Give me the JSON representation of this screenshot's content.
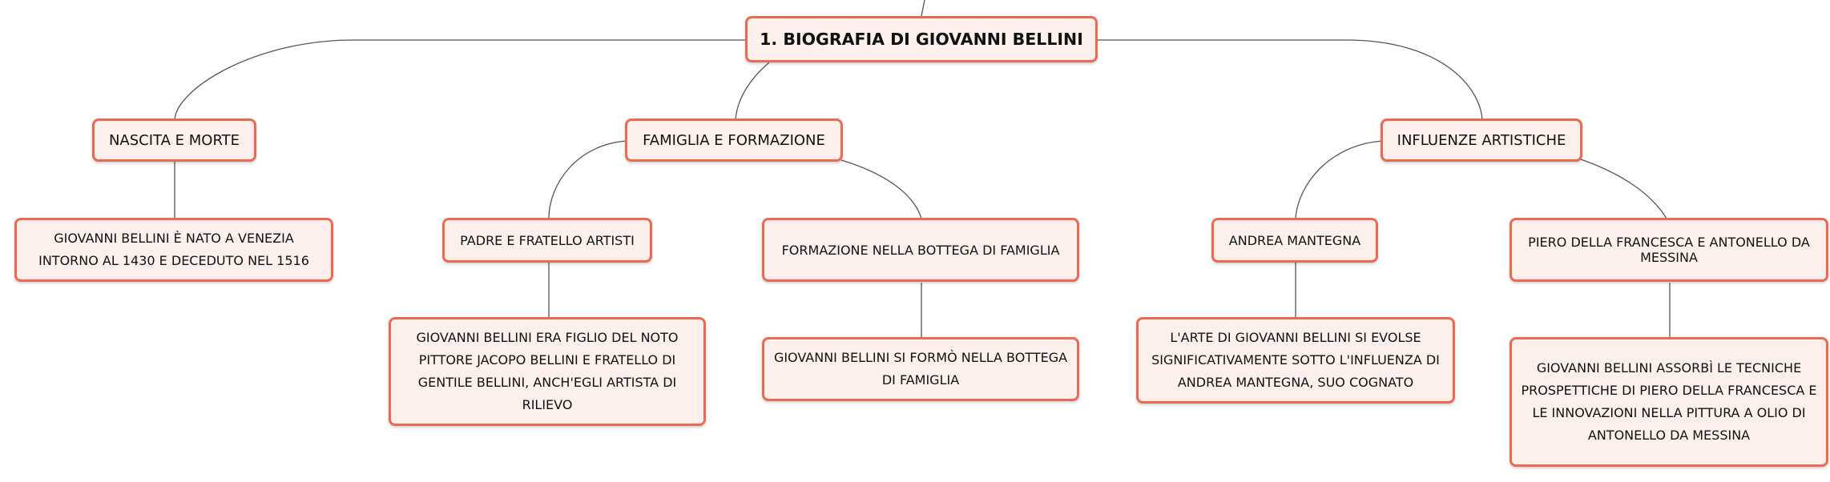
{
  "root": {
    "label": "1. BIOGRAFIA DI GIOVANNI BELLINI"
  },
  "branches": [
    {
      "label": "NASCITA E MORTE",
      "details": [
        "GIOVANNI BELLINI È NATO A VENEZIA INTORNO AL 1430 E DECEDUTO NEL 1516"
      ]
    },
    {
      "label": "FAMIGLIA E FORMAZIONE",
      "children": [
        {
          "label": "PADRE E FRATELLO ARTISTI",
          "detail": "GIOVANNI BELLINI ERA FIGLIO DEL NOTO PITTORE JACOPO BELLINI E FRATELLO DI GENTILE BELLINI, ANCH'EGLI ARTISTA DI RILIEVO"
        },
        {
          "label": "FORMAZIONE NELLA BOTTEGA DI FAMIGLIA",
          "detail": "GIOVANNI BELLINI SI FORMÒ NELLA BOTTEGA DI FAMIGLIA"
        }
      ]
    },
    {
      "label": "INFLUENZE ARTISTICHE",
      "children": [
        {
          "label": "ANDREA MANTEGNA",
          "detail": "L'ARTE DI GIOVANNI BELLINI SI EVOLSE SIGNIFICATIVAMENTE SOTTO L'INFLUENZA DI ANDREA MANTEGNA, SUO COGNATO"
        },
        {
          "label": "PIERO DELLA FRANCESCA E ANTONELLO DA MESSINA",
          "detail": "GIOVANNI BELLINI ASSORBÌ LE TECNICHE PROSPETTICHE DI PIERO DELLA FRANCESCA E LE INNOVAZIONI NELLA PITTURA A OLIO DI ANTONELLO DA MESSINA"
        }
      ]
    }
  ],
  "colors": {
    "border": "#ea6a52",
    "fill": "#fdf0ec",
    "line": "#555555",
    "text": "#111111"
  }
}
